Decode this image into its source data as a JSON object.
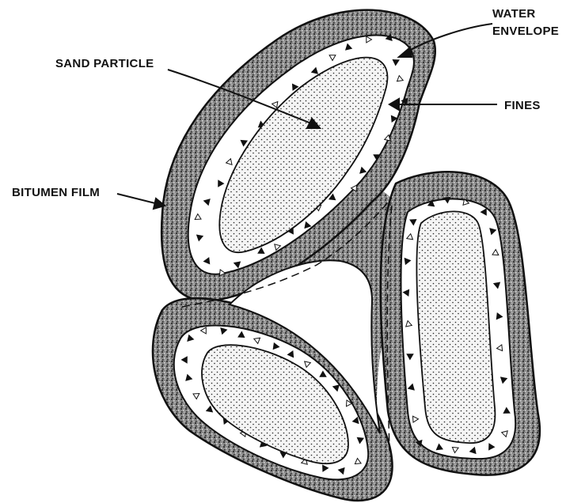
{
  "diagram": {
    "labels": {
      "water_envelope_line1": "WATER",
      "water_envelope_line2": "ENVELOPE",
      "sand_particle": "SAND PARTICLE",
      "fines": "FINES",
      "bitumen_film": "BITUMEN FILM"
    },
    "colors": {
      "ink": "#111111",
      "bitumen_fill": "#7a7a7a",
      "water_fill": "#ffffff",
      "sand_fill": "#f2f2f2",
      "background": "#ffffff"
    },
    "components": [
      "bitumen-film",
      "water-envelope",
      "fines",
      "sand-particle"
    ]
  }
}
